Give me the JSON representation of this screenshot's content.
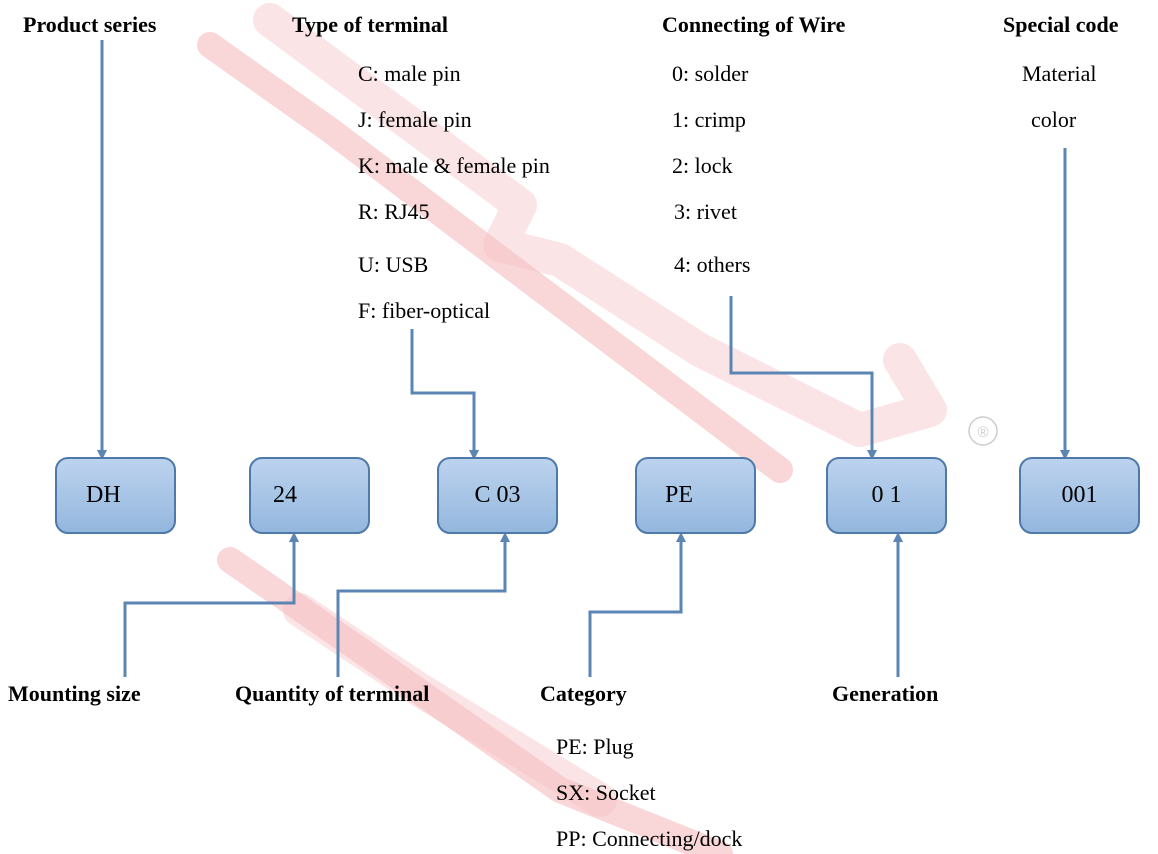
{
  "colors": {
    "box_fill": "#a8c5e8",
    "box_border": "#4e79a9",
    "line": "#5b86b4",
    "watermark": "#e0303a"
  },
  "headers": {
    "product_series": "Product series",
    "type_of_terminal": "Type of terminal",
    "connecting_of_wire": "Connecting of Wire",
    "special_code": "Special code",
    "mounting_size": "Mounting size",
    "quantity_of_terminal": "Quantity of terminal",
    "category": "Category",
    "generation": "Generation"
  },
  "terminal_types": [
    "C: male pin",
    "J: female pin",
    "K: male & female pin",
    "R: RJ45",
    "U: USB",
    "F: fiber-optical"
  ],
  "wire_connections": [
    "0: solder",
    "1: crimp",
    "2: lock",
    "3: rivet",
    "4: others"
  ],
  "special_codes": [
    "Material",
    "color"
  ],
  "categories": [
    "PE: Plug",
    "SX: Socket",
    "PP: Connecting/dock"
  ],
  "code_boxes": [
    "DH",
    "24",
    "C 03",
    "PE",
    "0 1",
    "001"
  ],
  "watermark": {
    "icon": "registered-icon",
    "symbol": "®"
  }
}
